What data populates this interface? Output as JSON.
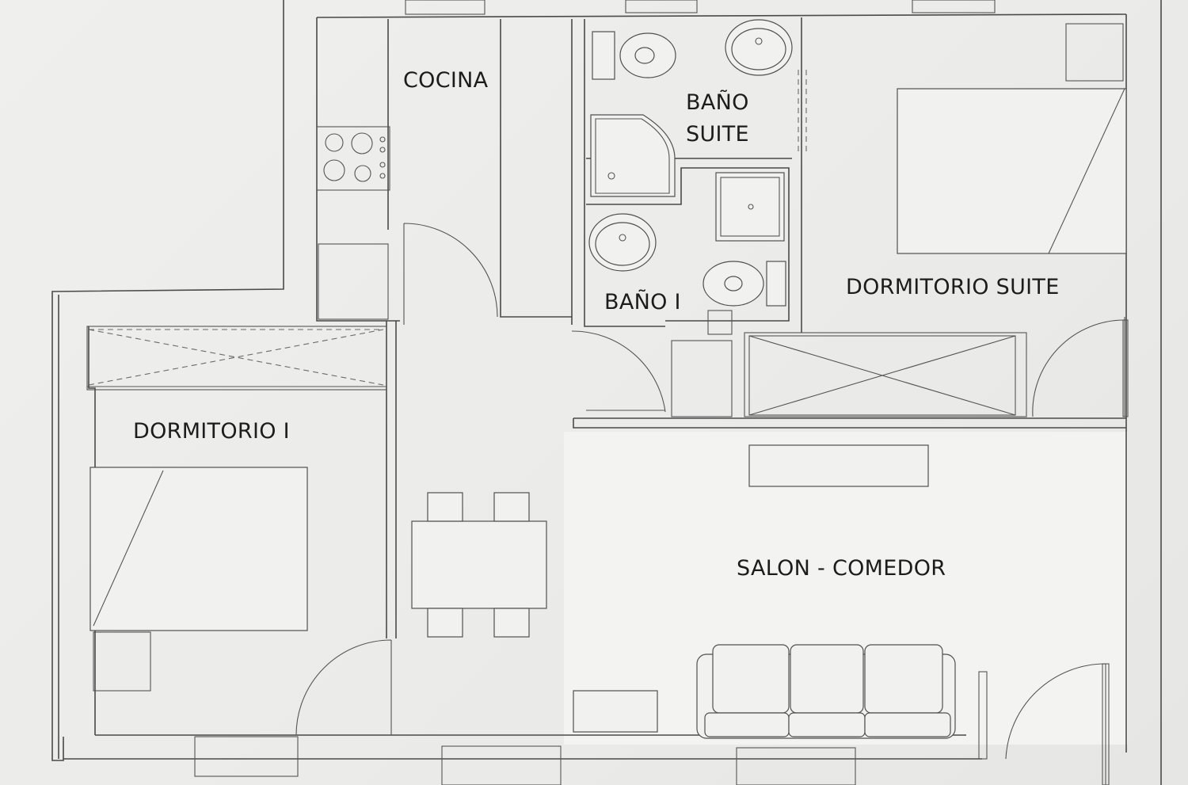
{
  "rooms": {
    "cocina": "COCINA",
    "bano_suite_line1": "BAÑO",
    "bano_suite_line2": "SUITE",
    "bano_i": "BAÑO I",
    "dormitorio_suite": "DORMITORIO SUITE",
    "dormitorio_i": "DORMITORIO I",
    "salon_comedor": "SALON - COMEDOR"
  },
  "colors": {
    "line": "#4a4a4a",
    "paper": "#efefed",
    "label": "#1c1c1c"
  }
}
